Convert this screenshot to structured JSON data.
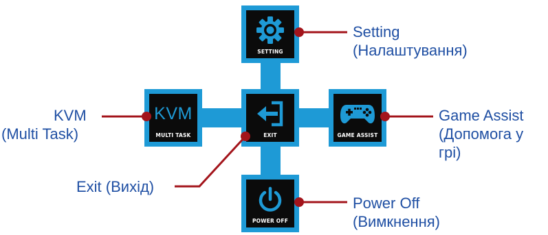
{
  "menu": {
    "setting": {
      "label": "SETTING",
      "icon": "gear-icon"
    },
    "kvm": {
      "icon_text": "KVM",
      "label": "MULTI TASK"
    },
    "exit": {
      "label": "EXIT",
      "icon": "exit-icon"
    },
    "game_assist": {
      "label": "GAME ASSIST",
      "icon": "gamepad-icon"
    },
    "power_off": {
      "label": "POWER OFF",
      "icon": "power-icon"
    }
  },
  "annotations": {
    "setting": {
      "line1": "Setting",
      "line2": "(Налаштування)"
    },
    "kvm": {
      "line1": "KVM",
      "line2": "(Multi Task)"
    },
    "exit": {
      "line1": "Exit (Вихід)"
    },
    "game_assist": {
      "line1": "Game Assist",
      "line2": "(Допомога у",
      "line3": "грі)"
    },
    "power_off": {
      "line1": "Power Off",
      "line2": "(Вимкнення)"
    }
  },
  "colors": {
    "tile_blue": "#1e9ad6",
    "tile_black": "#0b0b0b",
    "leader_red": "#a3141b",
    "text_blue": "#1f4fa3"
  }
}
